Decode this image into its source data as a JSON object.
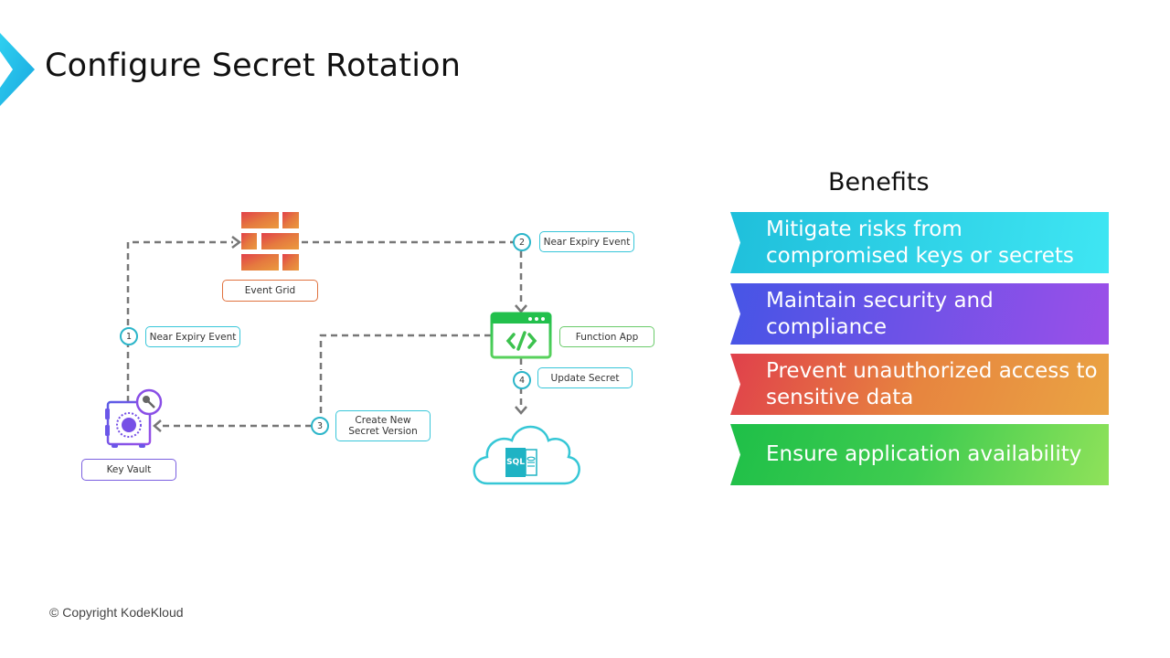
{
  "header": {
    "title": "Configure Secret Rotation"
  },
  "diagram": {
    "nodes": {
      "event_grid": "Event Grid",
      "function_app": "Function App",
      "key_vault": "Key Vault",
      "sql_label": "SQL"
    },
    "steps": [
      {
        "number": "1",
        "label": "Near Expiry Event"
      },
      {
        "number": "2",
        "label": "Near Expiry Event"
      },
      {
        "number": "3",
        "label_line1": "Create New",
        "label_line2": "Secret Version"
      },
      {
        "number": "4",
        "label": "Update Secret"
      }
    ]
  },
  "benefits": {
    "title": "Benefits",
    "items": [
      {
        "text": "Mitigate risks from compromised keys or secrets",
        "color_start": "#22c3dc",
        "color_end": "#3ee5f2"
      },
      {
        "text": "Maintain security and compliance",
        "color_start": "#4a55e6",
        "color_end": "#9a4fe8"
      },
      {
        "text": "Prevent unauthorized access to sensitive data",
        "color_start": "#e0424a",
        "color_end": "#e9a043"
      },
      {
        "text": "Ensure application availability",
        "color_start": "#1fbf4a",
        "color_end": "#8ee05a"
      }
    ]
  },
  "footer": {
    "copyright": "© Copyright KodeKloud"
  }
}
